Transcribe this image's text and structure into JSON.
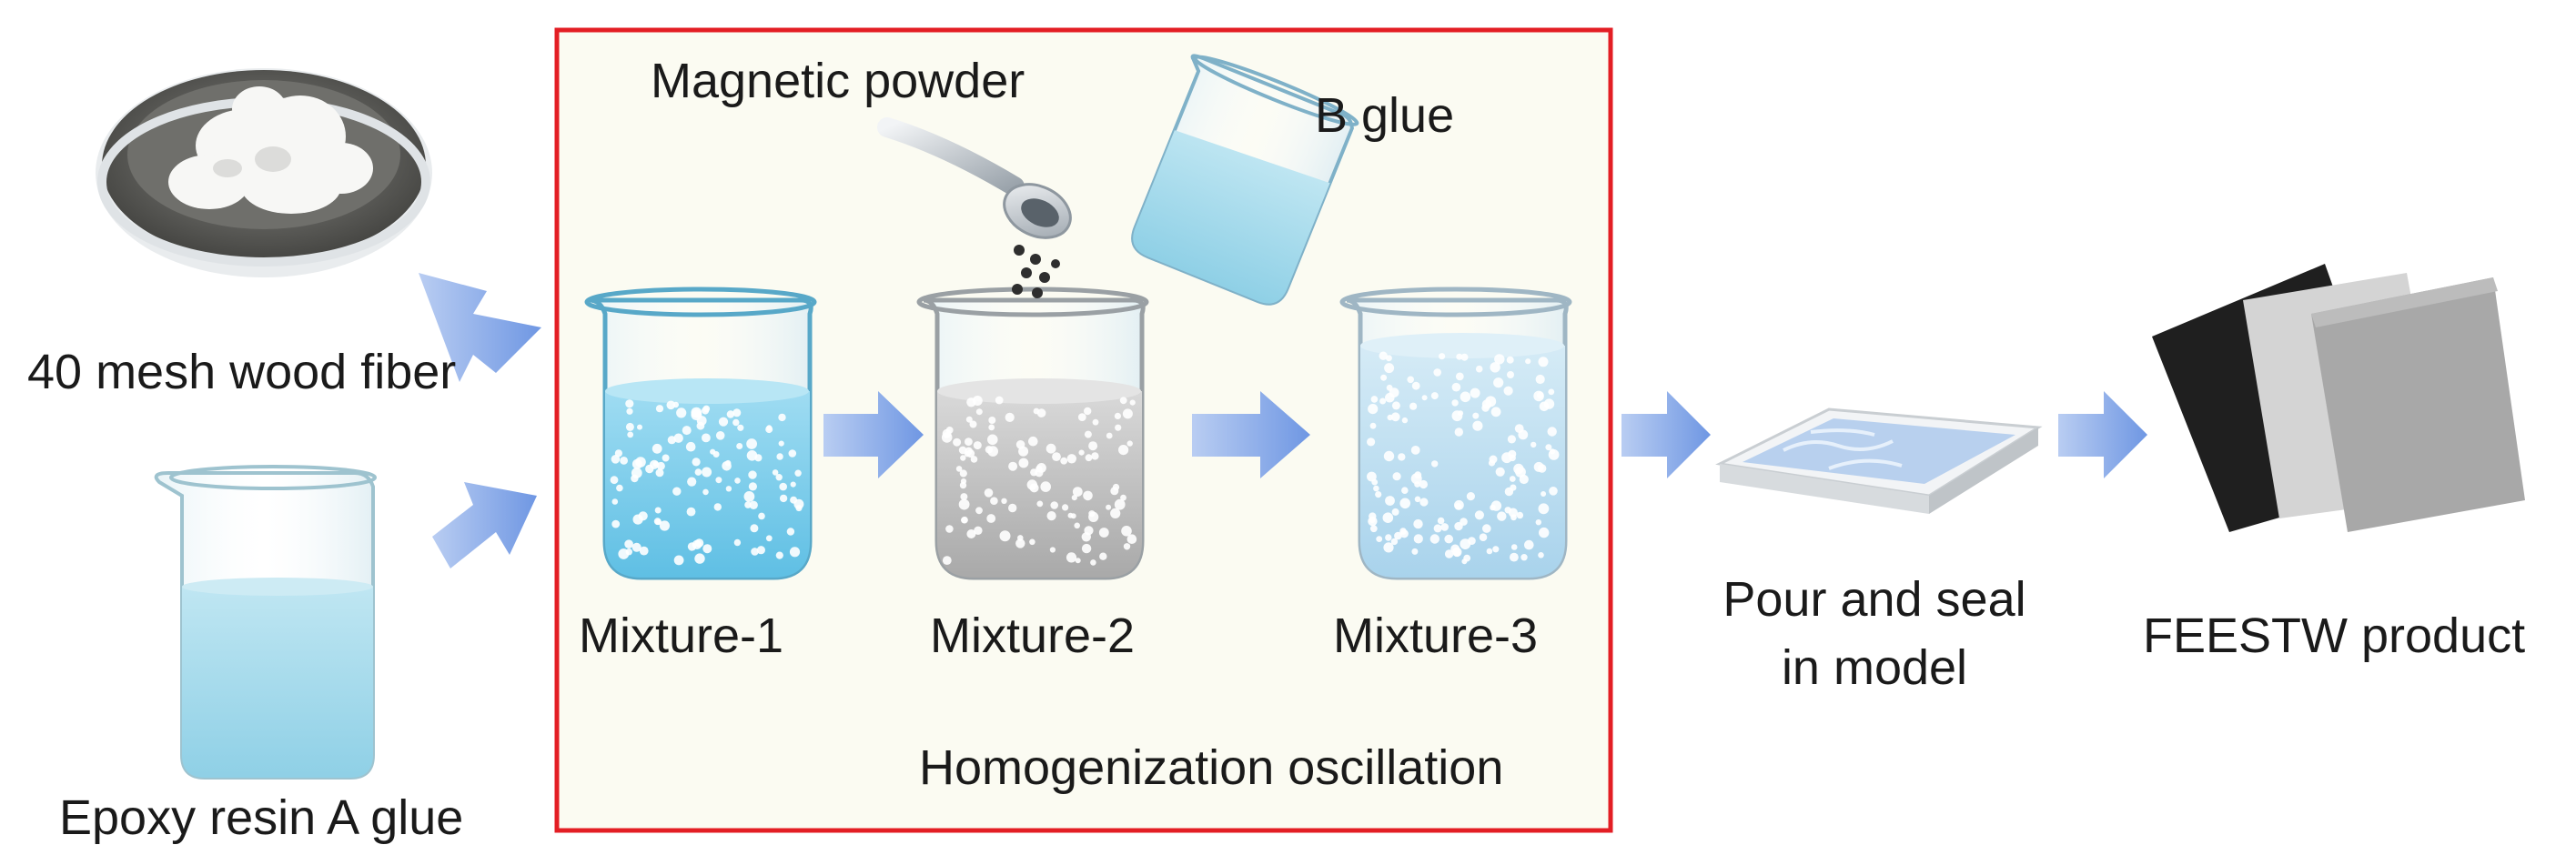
{
  "inputs": {
    "wood_fiber": "40 mesh wood fiber",
    "epoxy": "Epoxy resin A glue"
  },
  "process": {
    "magnetic_powder": "Magnetic powder",
    "b_glue": "B glue",
    "mixture_1": "Mixture-1",
    "mixture_2": "Mixture-2",
    "mixture_3": "Mixture-3",
    "caption": "Homogenization oscillation"
  },
  "mold": {
    "line1": "Pour and seal",
    "line2": "in model"
  },
  "product": {
    "label": "FEESTW product"
  },
  "colors": {
    "frame": "#e31e24",
    "panel": "#fbfbf2",
    "arrow": "#7fa3e8",
    "liquid": "#a9dceb"
  },
  "icons": {
    "dish": "petri-dish-icon",
    "beaker": "beaker-icon",
    "spoon": "spoon-icon",
    "mold": "mold-tray-icon",
    "sheets": "product-sheets-icon"
  }
}
